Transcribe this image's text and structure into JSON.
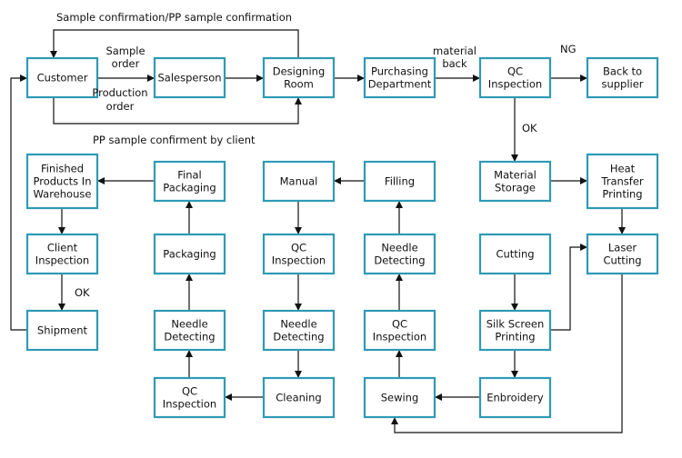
{
  "nodes": {
    "customer": [
      "Customer"
    ],
    "salesperson": [
      "Salesperson"
    ],
    "designing_room": [
      "Designing",
      "Room"
    ],
    "purchasing_department": [
      "Purchasing",
      "Department"
    ],
    "qc_inspection_top": [
      "QC",
      "Inspection"
    ],
    "back_to_supplier": [
      "Back to",
      "supplier"
    ],
    "material_storage": [
      "Material",
      "Storage"
    ],
    "heat_transfer_printing": [
      "Heat",
      "Transfer",
      "Printing"
    ],
    "laser_cutting": [
      "Laser",
      "Cutting"
    ],
    "cutting": [
      "Cutting"
    ],
    "silk_screen_printing": [
      "Silk Screen",
      "Printing"
    ],
    "embroidery": [
      "Enbroidery"
    ],
    "sewing": [
      "Sewing"
    ],
    "qc_inspection_sewing": [
      "QC",
      "Inspection"
    ],
    "needle_detecting_1": [
      "Needle",
      "Detecting"
    ],
    "filling": [
      "Filling"
    ],
    "manual": [
      "Manual"
    ],
    "qc_inspection_manual": [
      "QC",
      "Inspection"
    ],
    "needle_detecting_2": [
      "Needle",
      "Detecting"
    ],
    "cleaning": [
      "Cleaning"
    ],
    "qc_inspection_cleaning": [
      "QC",
      "Inspection"
    ],
    "needle_detecting_3": [
      "Needle",
      "Detecting"
    ],
    "packaging": [
      "Packaging"
    ],
    "final_packaging": [
      "Final",
      "Packaging"
    ],
    "finished_products": [
      "Finished",
      "Products In",
      "Warehouse"
    ],
    "client_inspection": [
      "Client",
      "Inspection"
    ],
    "shipment": [
      "Shipment"
    ]
  },
  "labels": {
    "sample_confirmation": "Sample confirmation/PP sample confirmation",
    "sample_order": [
      "Sample",
      "order"
    ],
    "production_order": [
      "Production",
      "order"
    ],
    "material_back": [
      "material",
      "back"
    ],
    "ng": "NG",
    "ok_qc": "OK",
    "pp_sample_confirm": "PP sample confirment by client",
    "ok_client": "OK"
  },
  "colors": {
    "box_border": "#2e9ab5",
    "line": "#111111"
  }
}
